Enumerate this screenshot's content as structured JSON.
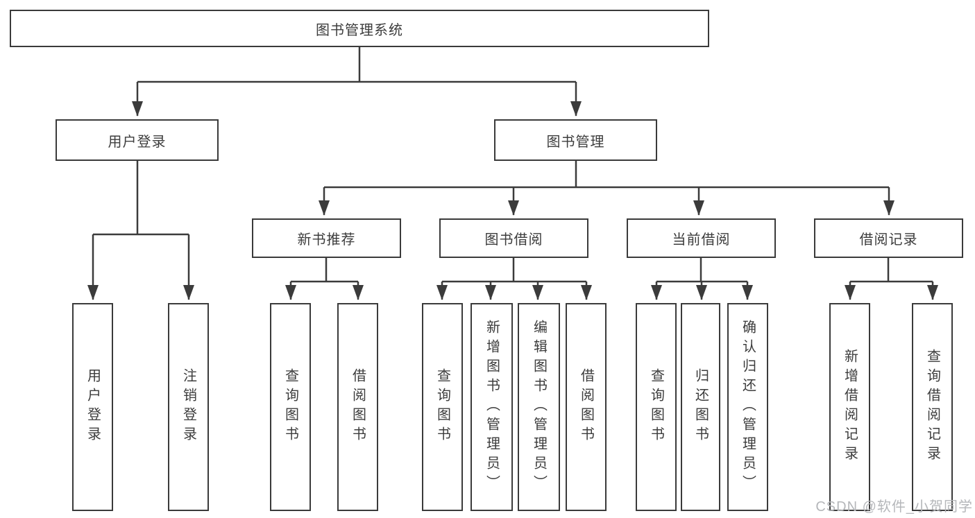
{
  "tree": {
    "label": "图书管理系统",
    "children": [
      {
        "label": "用户登录",
        "children": [
          {
            "label": "用户登录"
          },
          {
            "label": "注销登录"
          }
        ]
      },
      {
        "label": "图书管理",
        "children": [
          {
            "label": "新书推荐",
            "children": [
              {
                "label": "查询图书"
              },
              {
                "label": "借阅图书"
              }
            ]
          },
          {
            "label": "图书借阅",
            "children": [
              {
                "label": "查询图书"
              },
              {
                "label": "新增图书（管理员）"
              },
              {
                "label": "编辑图书（管理员）"
              },
              {
                "label": "借阅图书"
              }
            ]
          },
          {
            "label": "当前借阅",
            "children": [
              {
                "label": "查询图书"
              },
              {
                "label": "归还图书"
              },
              {
                "label": "确认归还（管理员）"
              }
            ]
          },
          {
            "label": "借阅记录",
            "children": [
              {
                "label": "新增借阅记录"
              },
              {
                "label": "查询借阅记录"
              }
            ]
          }
        ]
      }
    ]
  },
  "watermark": "CSDN @软件_小贺同学",
  "colors": {
    "line": "#3b3b3b",
    "box_border": "#3a3a3a",
    "text": "#3c3c3c",
    "watermark": "#b5b7ba",
    "background": "#ffffff"
  }
}
